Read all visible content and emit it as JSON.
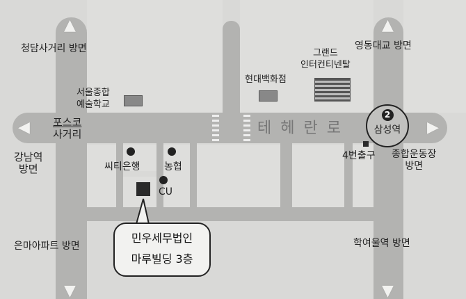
{
  "roads": {
    "main": "테 헤 란 로"
  },
  "directions": {
    "cheongdam": "청담사거리 방면",
    "yeongdong": "영동대교 방면",
    "gangnam": [
      "강남역",
      "방면"
    ],
    "sports": [
      "종합운동장",
      "방면"
    ],
    "eunma": "은마아파트 방면",
    "hagyeoul": "학여울역 방면"
  },
  "landmarks": {
    "art_school": [
      "서울종합",
      "예술학교"
    ],
    "posco": [
      "포스코",
      "사거리"
    ],
    "hyundai": "현대백화점",
    "intercontinental": [
      "그랜드",
      "인터컨티넨탈"
    ],
    "citibank": "씨티은행",
    "nonghyup": "농협",
    "cu": "CU",
    "exit4": "4번출구"
  },
  "station": {
    "line": "2",
    "name": "삼성역"
  },
  "destination": {
    "line1": "민우세무법인",
    "line2": "마루빌딩 3층"
  }
}
